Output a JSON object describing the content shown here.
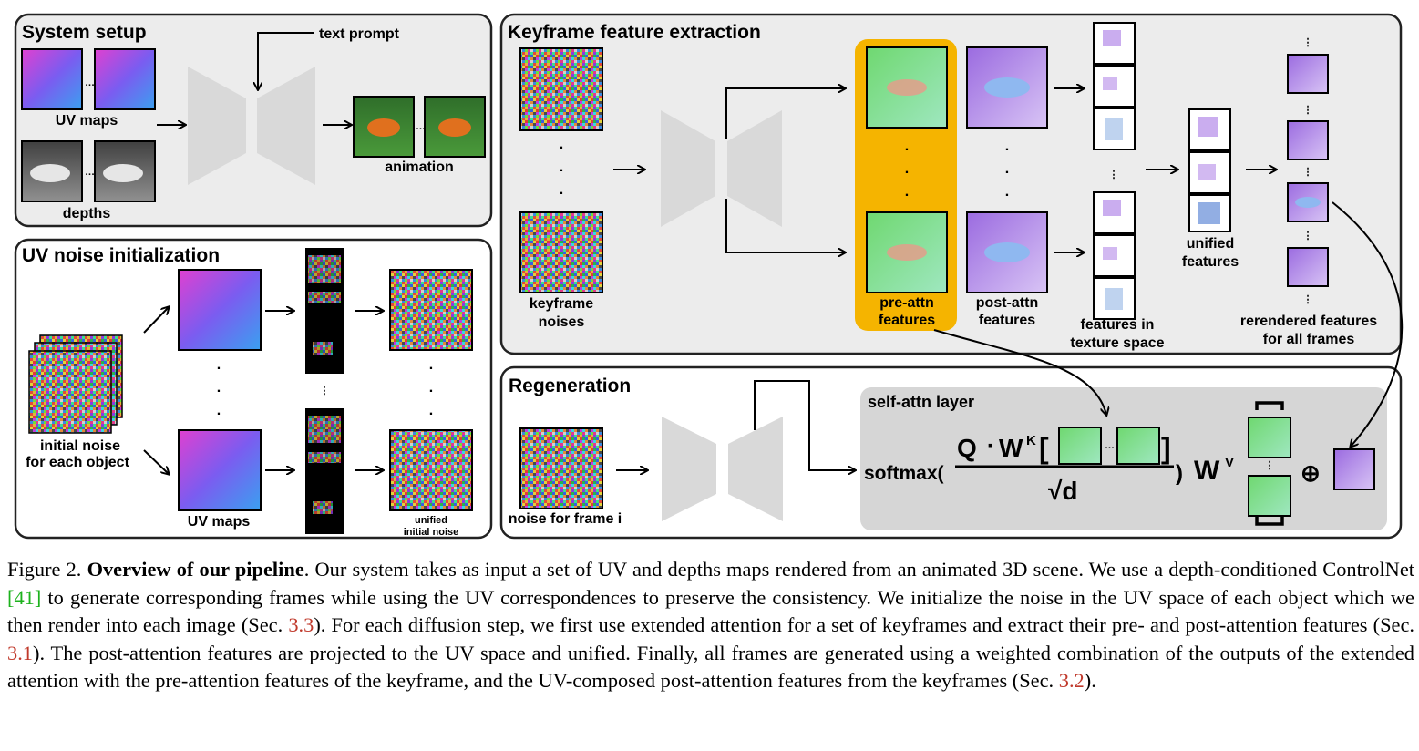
{
  "panels": {
    "system_setup": {
      "title": "System setup",
      "text_prompt": "text prompt",
      "uv_maps": "UV maps",
      "depths": "depths",
      "animation": "animation"
    },
    "uv_noise": {
      "title": "UV noise initialization",
      "initial_noise_1": "initial noise",
      "initial_noise_2": "for each object",
      "uv_maps": "UV maps",
      "unified_1": "unified",
      "unified_2": "initial noise"
    },
    "keyframe": {
      "title": "Keyframe feature extraction",
      "keyframe_noises_1": "keyframe",
      "keyframe_noises_2": "noises",
      "pre_attn_1": "pre-attn",
      "pre_attn_2": "features",
      "post_attn_1": "post-attn",
      "post_attn_2": "features",
      "tex_space_1": "features in",
      "tex_space_2": "texture space",
      "unified_1": "unified",
      "unified_2": "features",
      "rerendered_1": "rerendered features",
      "rerendered_2": "for all frames"
    },
    "regeneration": {
      "title": "Regeneration",
      "noise_frame": "noise for frame i",
      "self_attn": "self-attn layer",
      "softmax": "softmax(",
      "q": "Q",
      "w": "W",
      "k_sup": "K",
      "sqrt_d": "√d",
      "close_paren": ")",
      "wv": "W",
      "v_sup": "V",
      "oplus": "⊕"
    }
  },
  "caption": {
    "fig_label": "Figure 2. ",
    "bold_title": "Overview of our pipeline",
    "t1": ". Our system takes as input a set of UV and depths maps rendered from an animated 3D scene. We use a depth-conditioned ControlNet ",
    "ref41": "[41]",
    "t2": " to generate corresponding frames while using the UV correspondences to preserve the consistency. We initialize the noise in the UV space of each object which we then render into each image  (Sec. ",
    "ref33": "3.3",
    "t3": "). For each diffusion step, we first use extended attention for a set of keyframes and extract their pre- and post-attention features (Sec. ",
    "ref31": "3.1",
    "t4": "). The post-attention features are projected to the UV space and unified. Finally, all frames are generated using a weighted combination of the outputs of the extended attention with the pre-attention features of the keyframe, and the UV-composed post-attention features from the keyframes (Sec. ",
    "ref32": "3.2",
    "t5": ")."
  },
  "colors": {
    "panel_stroke": "#222222",
    "panel_fill_gray": "#ececec",
    "unet": "#d9d9d9",
    "highlight": "#f5b400",
    "selfattn_box": "#d6d6d6",
    "green_feature": "#8fe08a",
    "purple_feature": "#b48ae8"
  }
}
